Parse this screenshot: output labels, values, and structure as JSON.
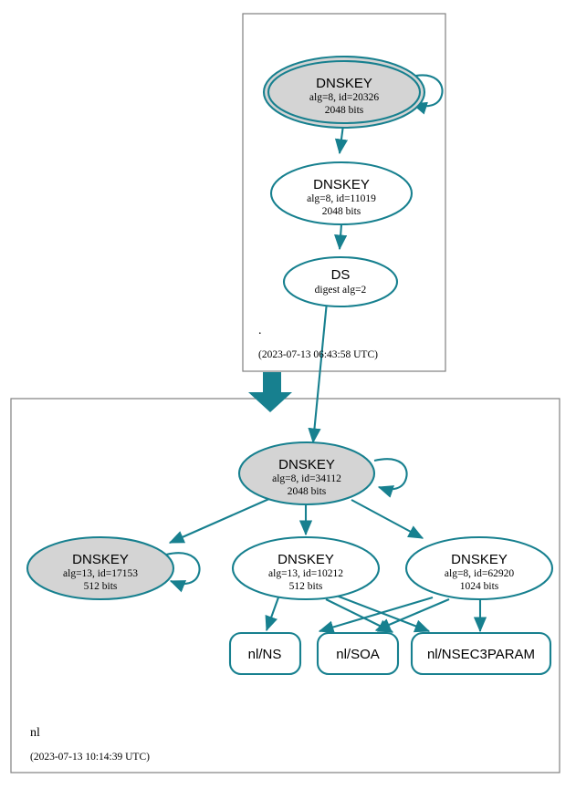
{
  "diagram": {
    "title": "DNSSEC authentication chain",
    "colors": {
      "accent": "#17808f",
      "node_secure_fill": "#d4d4d4",
      "node_plain_fill": "#ffffff",
      "zone_border": "#808080"
    },
    "zones": [
      {
        "id": "root",
        "label": ".",
        "timestamp": "(2023-07-13 06:43:58 UTC)"
      },
      {
        "id": "nl",
        "label": "nl",
        "timestamp": "(2023-07-13 10:14:39 UTC)"
      }
    ],
    "nodes": [
      {
        "id": "root-ksk",
        "zone": "root",
        "type": "dnskey",
        "title": "DNSKEY",
        "line2": "alg=8, id=20326",
        "line3": "2048 bits",
        "alg": 8,
        "key_id": 20326,
        "bits": 2048,
        "fill": "gray",
        "double_border": true,
        "self_signed": true
      },
      {
        "id": "root-zsk",
        "zone": "root",
        "type": "dnskey",
        "title": "DNSKEY",
        "line2": "alg=8, id=11019",
        "line3": "2048 bits",
        "alg": 8,
        "key_id": 11019,
        "bits": 2048,
        "fill": "white",
        "double_border": false,
        "self_signed": false
      },
      {
        "id": "root-ds",
        "zone": "root",
        "type": "ds",
        "title": "DS",
        "line2": "digest alg=2",
        "line3": "",
        "digest_alg": 2,
        "fill": "white",
        "double_border": false,
        "self_signed": false
      },
      {
        "id": "nl-ksk",
        "zone": "nl",
        "type": "dnskey",
        "title": "DNSKEY",
        "line2": "alg=8, id=34112",
        "line3": "2048 bits",
        "alg": 8,
        "key_id": 34112,
        "bits": 2048,
        "fill": "gray",
        "double_border": false,
        "self_signed": true
      },
      {
        "id": "nl-key-17153",
        "zone": "nl",
        "type": "dnskey",
        "title": "DNSKEY",
        "line2": "alg=13, id=17153",
        "line3": "512 bits",
        "alg": 13,
        "key_id": 17153,
        "bits": 512,
        "fill": "gray",
        "double_border": false,
        "self_signed": true
      },
      {
        "id": "nl-key-10212",
        "zone": "nl",
        "type": "dnskey",
        "title": "DNSKEY",
        "line2": "alg=13, id=10212",
        "line3": "512 bits",
        "alg": 13,
        "key_id": 10212,
        "bits": 512,
        "fill": "white",
        "double_border": false,
        "self_signed": false
      },
      {
        "id": "nl-key-62920",
        "zone": "nl",
        "type": "dnskey",
        "title": "DNSKEY",
        "line2": "alg=8, id=62920",
        "line3": "1024 bits",
        "alg": 8,
        "key_id": 62920,
        "bits": 1024,
        "fill": "white",
        "double_border": false,
        "self_signed": false
      },
      {
        "id": "rr-ns",
        "zone": "nl",
        "type": "rrset",
        "title": "nl/NS",
        "line2": "",
        "line3": ""
      },
      {
        "id": "rr-soa",
        "zone": "nl",
        "type": "rrset",
        "title": "nl/SOA",
        "line2": "",
        "line3": ""
      },
      {
        "id": "rr-nsec3param",
        "zone": "nl",
        "type": "rrset",
        "title": "nl/NSEC3PARAM",
        "line2": "",
        "line3": ""
      }
    ],
    "edges": [
      {
        "from": "root-ksk",
        "to": "root-ksk",
        "kind": "self-loop"
      },
      {
        "from": "root-ksk",
        "to": "root-zsk",
        "kind": "signs"
      },
      {
        "from": "root-zsk",
        "to": "root-ds",
        "kind": "signs"
      },
      {
        "from": "root-ds",
        "to": "nl-ksk",
        "kind": "delegates"
      },
      {
        "from": "root",
        "to": "nl",
        "kind": "zone-delegation"
      },
      {
        "from": "nl-ksk",
        "to": "nl-ksk",
        "kind": "self-loop"
      },
      {
        "from": "nl-ksk",
        "to": "nl-key-17153",
        "kind": "signs"
      },
      {
        "from": "nl-ksk",
        "to": "nl-key-10212",
        "kind": "signs"
      },
      {
        "from": "nl-ksk",
        "to": "nl-key-62920",
        "kind": "signs"
      },
      {
        "from": "nl-key-17153",
        "to": "nl-key-17153",
        "kind": "self-loop"
      },
      {
        "from": "nl-key-10212",
        "to": "rr-ns",
        "kind": "signs"
      },
      {
        "from": "nl-key-10212",
        "to": "rr-soa",
        "kind": "signs"
      },
      {
        "from": "nl-key-10212",
        "to": "rr-nsec3param",
        "kind": "signs"
      },
      {
        "from": "nl-key-62920",
        "to": "rr-ns",
        "kind": "signs"
      },
      {
        "from": "nl-key-62920",
        "to": "rr-soa",
        "kind": "signs"
      },
      {
        "from": "nl-key-62920",
        "to": "rr-nsec3param",
        "kind": "signs"
      }
    ]
  }
}
